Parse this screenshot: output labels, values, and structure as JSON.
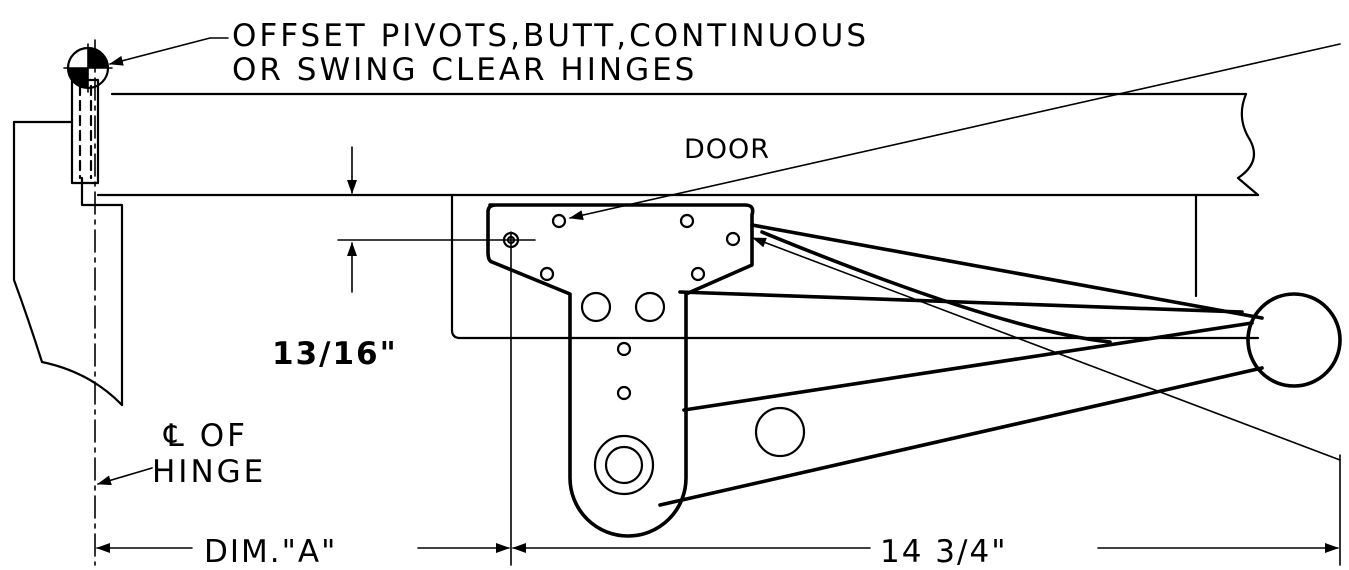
{
  "labels": {
    "hinge_note_line1": "OFFSET PIVOTS,BUTT,CONTINUOUS",
    "hinge_note_line2": "OR SWING CLEAR HINGES",
    "door": "DOOR",
    "offset_dimension": "13/16\"",
    "hinge_centerline_line1": "℄ OF",
    "hinge_centerline_line2": "HINGE",
    "dim_a": "DIM.\"A\"",
    "overall_dimension": "14 3/4\""
  }
}
